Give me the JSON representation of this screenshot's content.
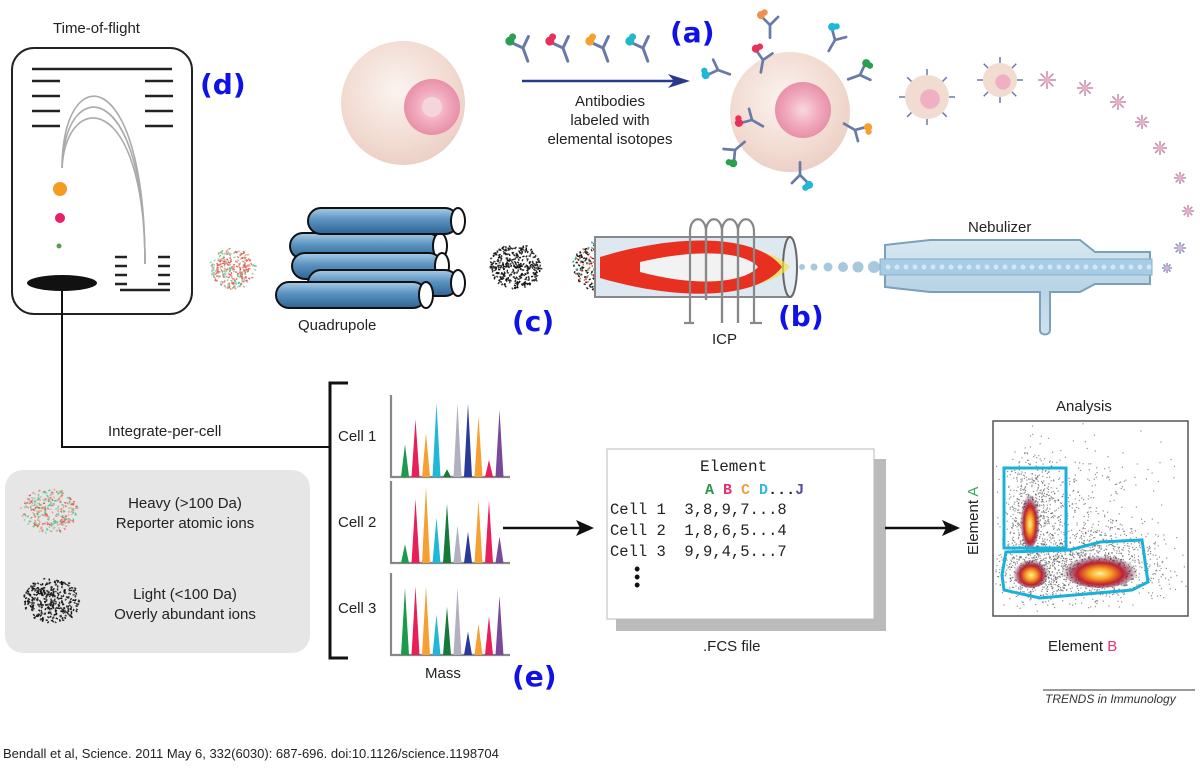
{
  "panels": {
    "a": "(a)",
    "b": "(b)",
    "c": "(c)",
    "d": "(d)",
    "e": "(e)"
  },
  "labels": {
    "time_of_flight": "Time-of-flight",
    "antibodies_line1": "Antibodies",
    "antibodies_line2": "labeled with",
    "antibodies_line3": "elemental isotopes",
    "nebulizer": "Nebulizer",
    "icp": "ICP",
    "quadrupole": "Quadrupole",
    "integrate": "Integrate-per-cell",
    "mass": "Mass",
    "fcs_file": ".FCS file",
    "analysis": "Analysis",
    "element_a_axis": "Element",
    "element_a_letter": "A",
    "element_b_axis": "Element",
    "element_b_letter": "B",
    "journal": "TRENDS in Immunology"
  },
  "legend": {
    "heavy_line1": "Heavy (>100 Da)",
    "heavy_line2": "Reporter atomic ions",
    "light_line1": "Light (<100 Da)",
    "light_line2": "Overly abundant ions"
  },
  "spectra": {
    "cells": [
      "Cell 1",
      "Cell 2",
      "Cell 3"
    ],
    "peak_colors": [
      "#1a9a4a",
      "#e8205a",
      "#f5a030",
      "#20b8d8",
      "#137a3a",
      "#b0b0c0",
      "#2a3a9a",
      "#f5a030",
      "#e8205a",
      "#7a4a9a"
    ],
    "heights": [
      [
        0.42,
        0.74,
        0.56,
        0.95,
        0.1,
        0.95,
        0.94,
        0.78,
        0.22,
        0.86
      ],
      [
        0.24,
        0.82,
        0.98,
        0.58,
        0.76,
        0.48,
        0.4,
        0.8,
        0.8,
        0.34
      ],
      [
        0.86,
        0.88,
        0.88,
        0.52,
        0.62,
        0.86,
        0.3,
        0.4,
        0.5,
        0.76
      ]
    ]
  },
  "fcs": {
    "header": "Element",
    "columns": [
      {
        "letter": "A",
        "color": "#2a9a4a"
      },
      {
        "letter": "B",
        "color": "#e8306a"
      },
      {
        "letter": "C",
        "color": "#f0a040"
      },
      {
        "letter": "D",
        "color": "#30b8e0"
      }
    ],
    "ellipsis": "...",
    "last_column": {
      "letter": "J",
      "color": "#5a4a9a"
    },
    "rows": [
      {
        "label": "Cell 1",
        "values": "3,8,9,7...8"
      },
      {
        "label": "Cell 2",
        "values": "1,8,6,5...4"
      },
      {
        "label": "Cell 3",
        "values": "9,9,4,5...7"
      }
    ],
    "more": "⋮"
  },
  "colors": {
    "panel_tag": "#1010e8",
    "gate": "#1ab0d8",
    "legend_bg": "#e6e6e6",
    "tube_blue": "#4a86b8",
    "flame_red": "#e83020"
  },
  "citation": "Bendall et al, Science. 2011 May 6, 332(6030): 687-696. doi:10.1126/science.1198704"
}
